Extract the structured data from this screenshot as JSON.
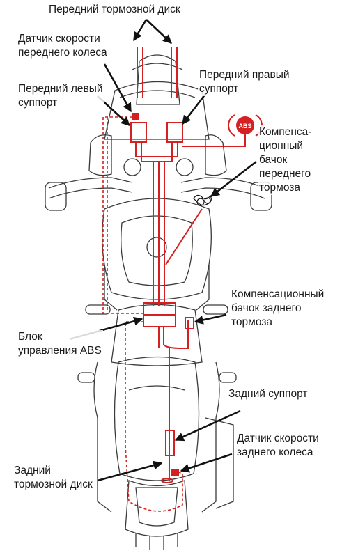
{
  "diagram": {
    "labels": {
      "front_disc": "Передний тормозной диск",
      "front_wheel_sensor": "Датчик скорости\nпереднего колеса",
      "front_left_caliper": "Передний левый\nсуппорт",
      "front_right_caliper": "Передний правый\nсуппорт",
      "front_reservoir": "Компенса-\nционный\nбачок\nпереднего\nтормоза",
      "rear_reservoir": "Компенсационный\nбачок заднего\nтормоза",
      "abs_unit": "Блок\nуправления ABS",
      "rear_caliper": "Задний суппорт",
      "rear_wheel_sensor": "Датчик скорости\nзаднего колеса",
      "rear_disc": "Задний\nтормозной диск",
      "abs_badge": "ABS"
    },
    "colors": {
      "brake_line": "#d42020",
      "outline": "#3a3a3a",
      "text": "#1a1a1a",
      "arrow": "#111111"
    }
  }
}
